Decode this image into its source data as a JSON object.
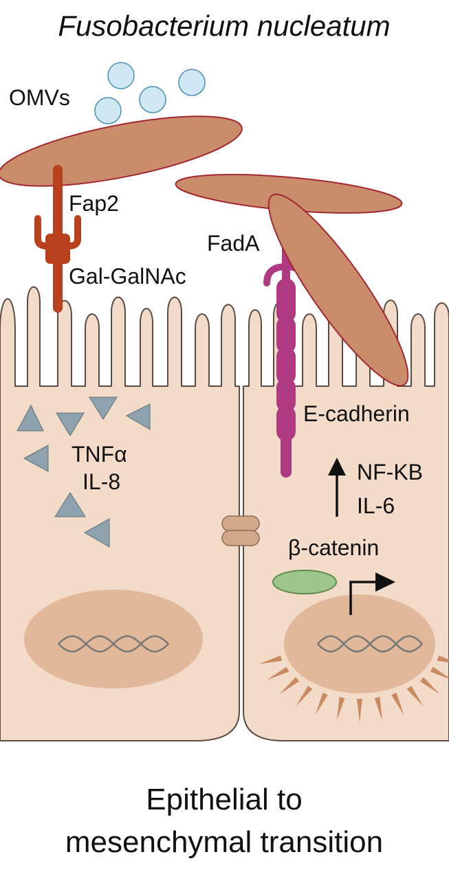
{
  "title": "Fusobacterium nucleatum",
  "labels": {
    "omvs": "OMVs",
    "fap2": "Fap2",
    "gal_galnac": "Gal-GalNAc",
    "fada": "FadA",
    "e_cadherin": "E-cadherin",
    "tnfa": "TNFα",
    "il8": "IL-8",
    "nfkb": "NF-KB",
    "il6": "IL-6",
    "beta_catenin": "β-catenin"
  },
  "caption": {
    "line1": "Epithelial to",
    "line2": "mesenchymal transition"
  },
  "colors": {
    "cell_fill": "#f2dcc9",
    "cell_stroke": "#5a4a42",
    "bacterium_fill": "#c98d6c",
    "bacterium_stroke": "#a2262e",
    "omv_fill": "#cfe8f4",
    "omv_stroke": "#4a91b4",
    "fap2": "#b8401d",
    "fada_cadherin": "#b03a82",
    "cytokine": "#8ea3ad",
    "nucleus": "#e1b99a",
    "beta_catenin_fill": "#9fc68a",
    "junction": "#d1a98a",
    "arrow": "#111111"
  }
}
